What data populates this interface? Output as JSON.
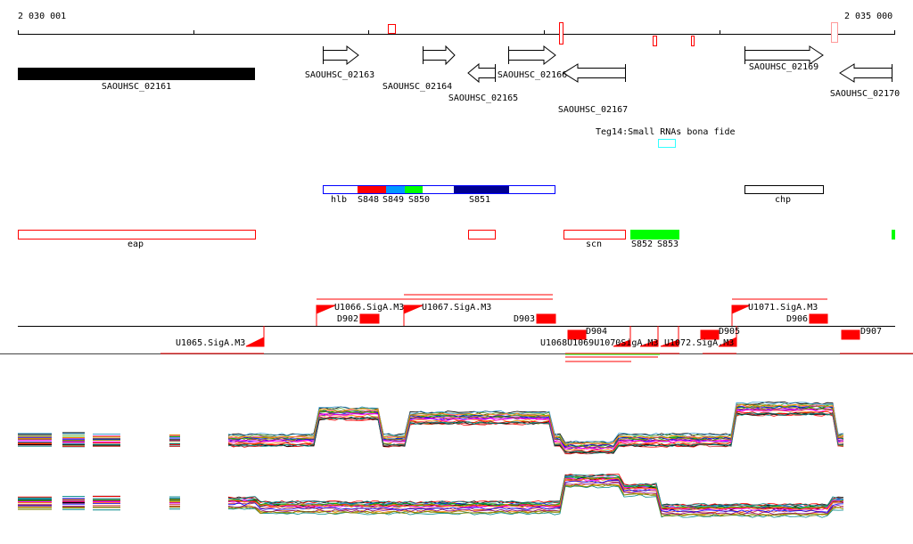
{
  "scale": {
    "start": "2 030 001",
    "end": "2 035 000"
  },
  "genes": [
    {
      "name": "SAOUHSC_02161"
    },
    {
      "name": "SAOUHSC_02163"
    },
    {
      "name": "SAOUHSC_02164"
    },
    {
      "name": "SAOUHSC_02165"
    },
    {
      "name": "SAOUHSC_02166"
    },
    {
      "name": "SAOUHSC_02167"
    },
    {
      "name": "SAOUHSC_02169"
    },
    {
      "name": "SAOUHSC_02170"
    }
  ],
  "small_rna": {
    "label": "Teg14:Small RNAs bona fide"
  },
  "operons": {
    "hlb": "hlb",
    "s848": "S848",
    "s849": "S849",
    "s850": "S850",
    "s851": "S851",
    "chp": "chp"
  },
  "features": {
    "eap": "eap",
    "scn": "scn",
    "s852": "S852",
    "s853": "S853"
  },
  "promoters": {
    "u1065": "U1065.SigA.M3",
    "u1066": "U1066.SigA.M3",
    "u1067": "U1067.SigA.M3",
    "u1068": "U1068U1069U1070SigA.M3",
    "u1072": "U1072.SigA.M3",
    "u1071": "U1071.SigA.M3"
  },
  "terminators": {
    "d902": "D902",
    "d903": "D903",
    "d904": "D904",
    "d905": "D905",
    "d906": "D906",
    "d907": "D907"
  },
  "colors": {
    "red": "#ff0000",
    "blue": "#0000ff",
    "navy": "#000090",
    "skyblue": "#0099ff",
    "green": "#00ff00",
    "cyan": "#33ffff"
  }
}
